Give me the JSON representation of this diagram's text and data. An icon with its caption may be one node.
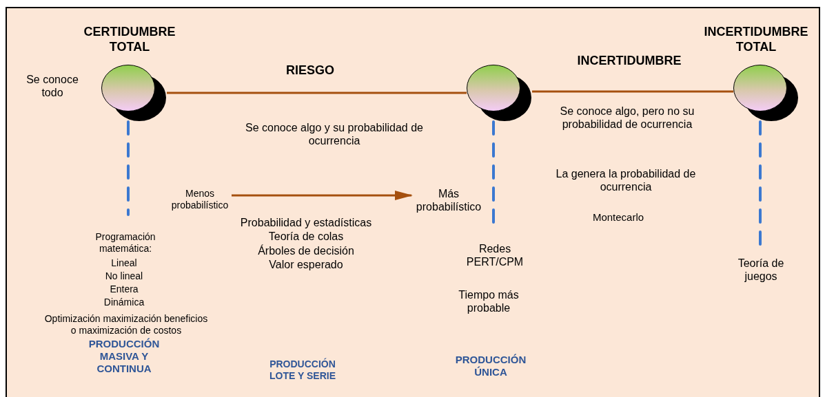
{
  "diagram": {
    "nodes": [
      {
        "text": [],
        "shape": "circle",
        "beside": [
          "CERTIDUMBRE TOTAL",
          "Se conoce todo"
        ]
      },
      {
        "text": [],
        "shape": "circle"
      },
      {
        "text": [],
        "shape": "circle",
        "beside": [
          "INCERTIDUMBRE TOTAL"
        ]
      },
      {
        "text": [
          "Menos probabilístico"
        ]
      },
      {
        "text": [
          "Más probabilístico"
        ]
      }
    ],
    "edges": [
      {
        "from": 0,
        "to": 1,
        "arrow": "none",
        "label": "RIESGO",
        "color": "#a5500f"
      },
      {
        "from": 1,
        "to": 2,
        "arrow": "none",
        "label": "INCERTIDUMBRE",
        "color": "#a5500f"
      },
      {
        "from": 3,
        "to": 4,
        "arrow": "to",
        "color": "#a5500f"
      },
      {
        "from": 0,
        "to": null,
        "arrow": "none",
        "style": "dashed",
        "color": "#3b78d0"
      },
      {
        "from": 1,
        "to": null,
        "arrow": "none",
        "style": "dashed",
        "color": "#3b78d0"
      },
      {
        "from": 2,
        "to": null,
        "arrow": "none",
        "style": "dashed",
        "color": "#3b78d0"
      }
    ],
    "labels": [
      "Se conoce algo y su probabilidad de ocurrencia",
      "Se conoce algo, pero no su probabilidad de ocurrencia",
      "La genera la probabilidad de ocurrencia",
      "Montecarlo",
      "Probabilidad y estadísticas",
      "Teoría de colas",
      "Árboles de decisión",
      "Valor esperado",
      "Programación matemática:",
      "Lineal",
      "No lineal",
      "Entera",
      "Dinámica",
      "Redes PERT/CPM",
      "Teoría de juegos",
      "Tiempo más probable",
      "Optimización maximización beneficios o maximización de costos",
      "PRODUCCIÓN MASIVA Y CONTINUA",
      "PRODUCCIÓN ÚNICA",
      "PRODUCCIÓN LOTE Y SERIE"
    ]
  }
}
